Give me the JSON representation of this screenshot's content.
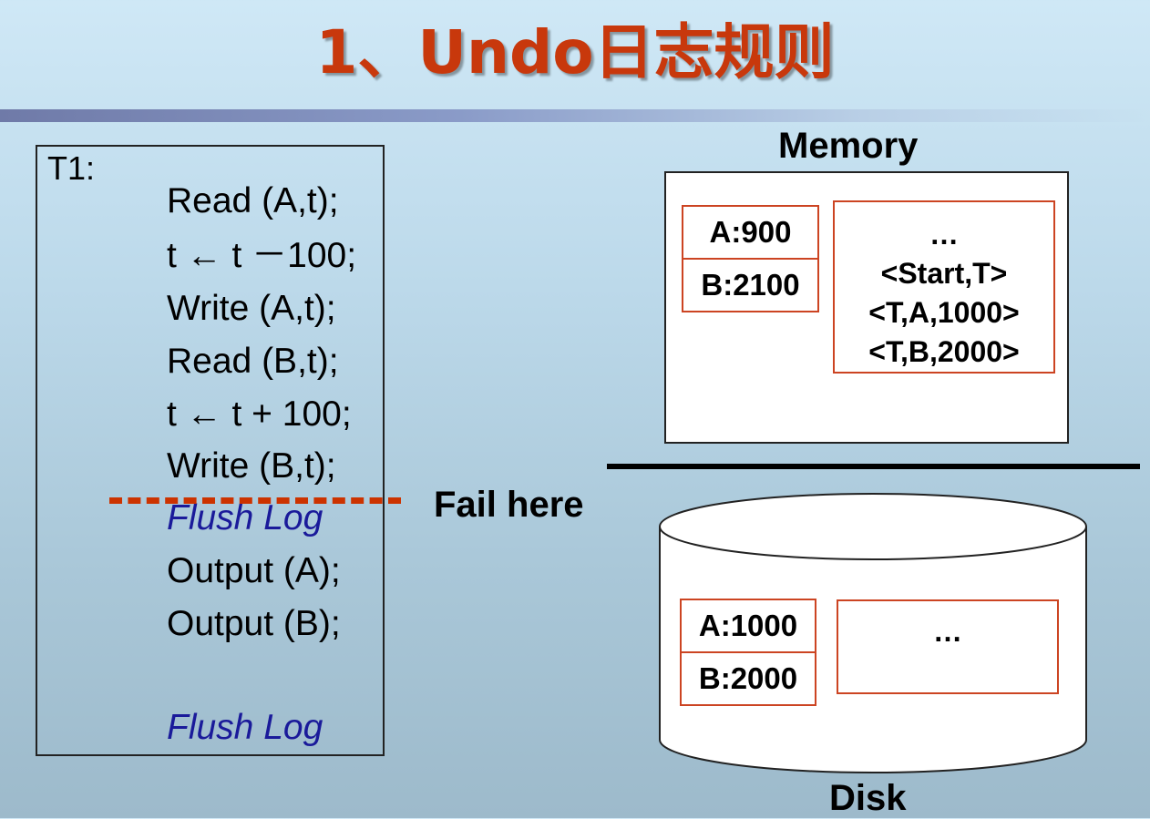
{
  "title": "1、Undo日志规则",
  "transaction": {
    "label": "T1:",
    "lines": [
      "Read (A,t);",
      "t ← t －100;",
      "Write (A,t);",
      "Read (B,t);",
      "t ← t + 100;",
      "Write (B,t);",
      "Flush Log",
      "Output (A);",
      "Output (B);",
      "Flush Log"
    ]
  },
  "fail_marker": "Fail here",
  "memory": {
    "label": "Memory",
    "cells": [
      "A:900",
      "B:2100"
    ],
    "log": [
      "…",
      "<Start,T>",
      "<T,A,1000>",
      "<T,B,2000>"
    ]
  },
  "disk": {
    "label": "Disk",
    "cells": [
      "A:1000",
      "B:2000"
    ],
    "log": [
      "…"
    ]
  },
  "colors": {
    "title": "#c8380c",
    "flush_log": "#1a1a9a",
    "fail_line": "#cc3300",
    "cell_border": "#cc4422"
  }
}
